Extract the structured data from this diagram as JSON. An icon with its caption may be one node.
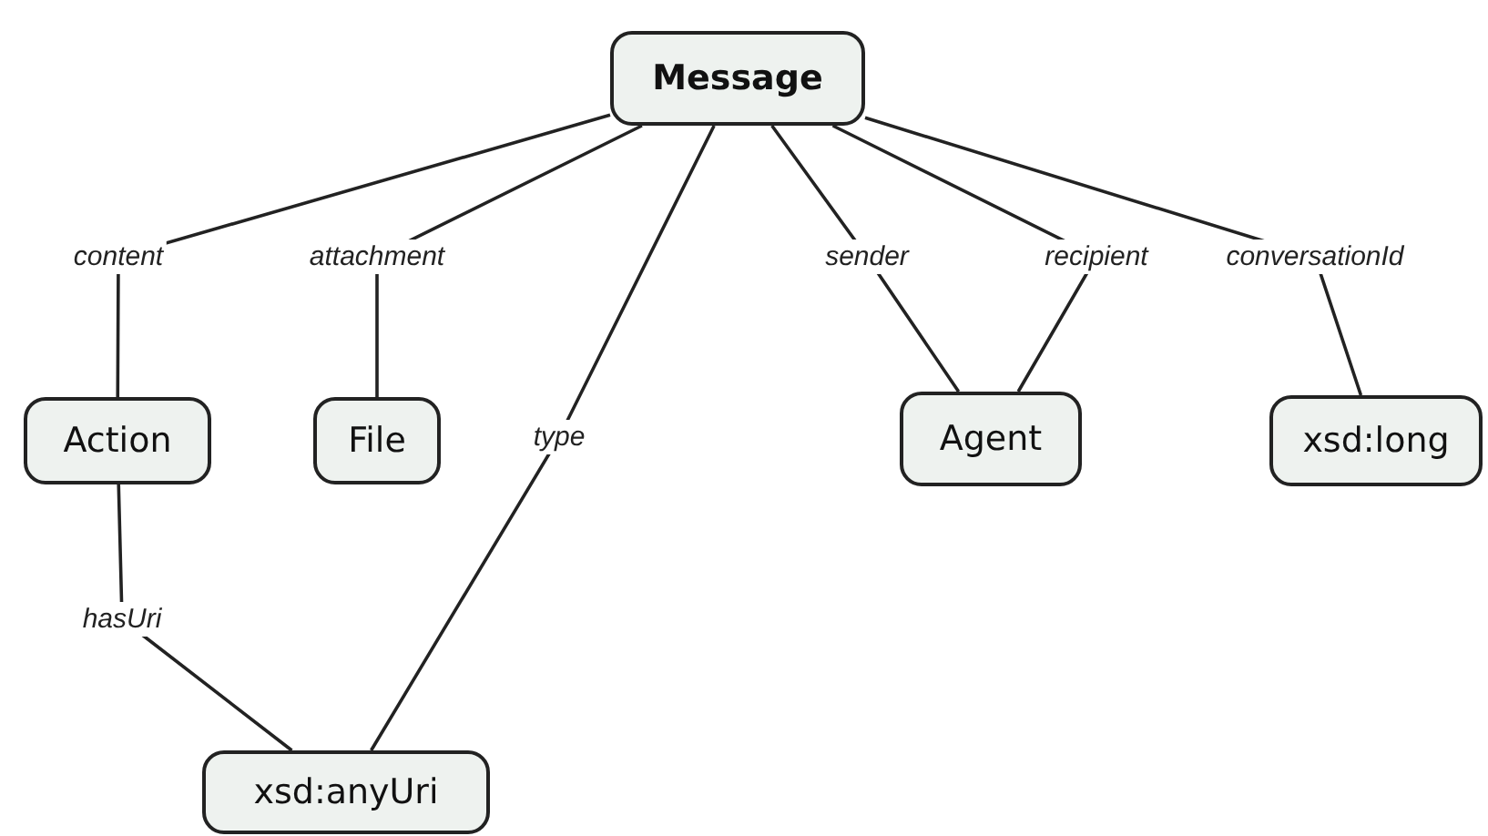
{
  "diagram": {
    "nodes": [
      {
        "text": [
          "Message"
        ]
      },
      {
        "text": [
          "Action"
        ]
      },
      {
        "text": [
          "File"
        ]
      },
      {
        "text": [
          "Agent"
        ]
      },
      {
        "text": [
          "xsd:long"
        ]
      },
      {
        "text": [
          "xsd:anyUri"
        ]
      }
    ],
    "edges": [
      {
        "from": 0,
        "to": 1,
        "arrow": "none",
        "label": "content"
      },
      {
        "from": 0,
        "to": 2,
        "arrow": "none",
        "label": "attachment"
      },
      {
        "from": 0,
        "to": 5,
        "arrow": "none",
        "label": "type"
      },
      {
        "from": 0,
        "to": 3,
        "arrow": "none",
        "label": "sender"
      },
      {
        "from": 0,
        "to": 3,
        "arrow": "none",
        "label": "recipient"
      },
      {
        "from": 0,
        "to": 4,
        "arrow": "none",
        "label": "conversationId"
      },
      {
        "from": 1,
        "to": 5,
        "arrow": "none",
        "label": "hasUri"
      }
    ]
  }
}
